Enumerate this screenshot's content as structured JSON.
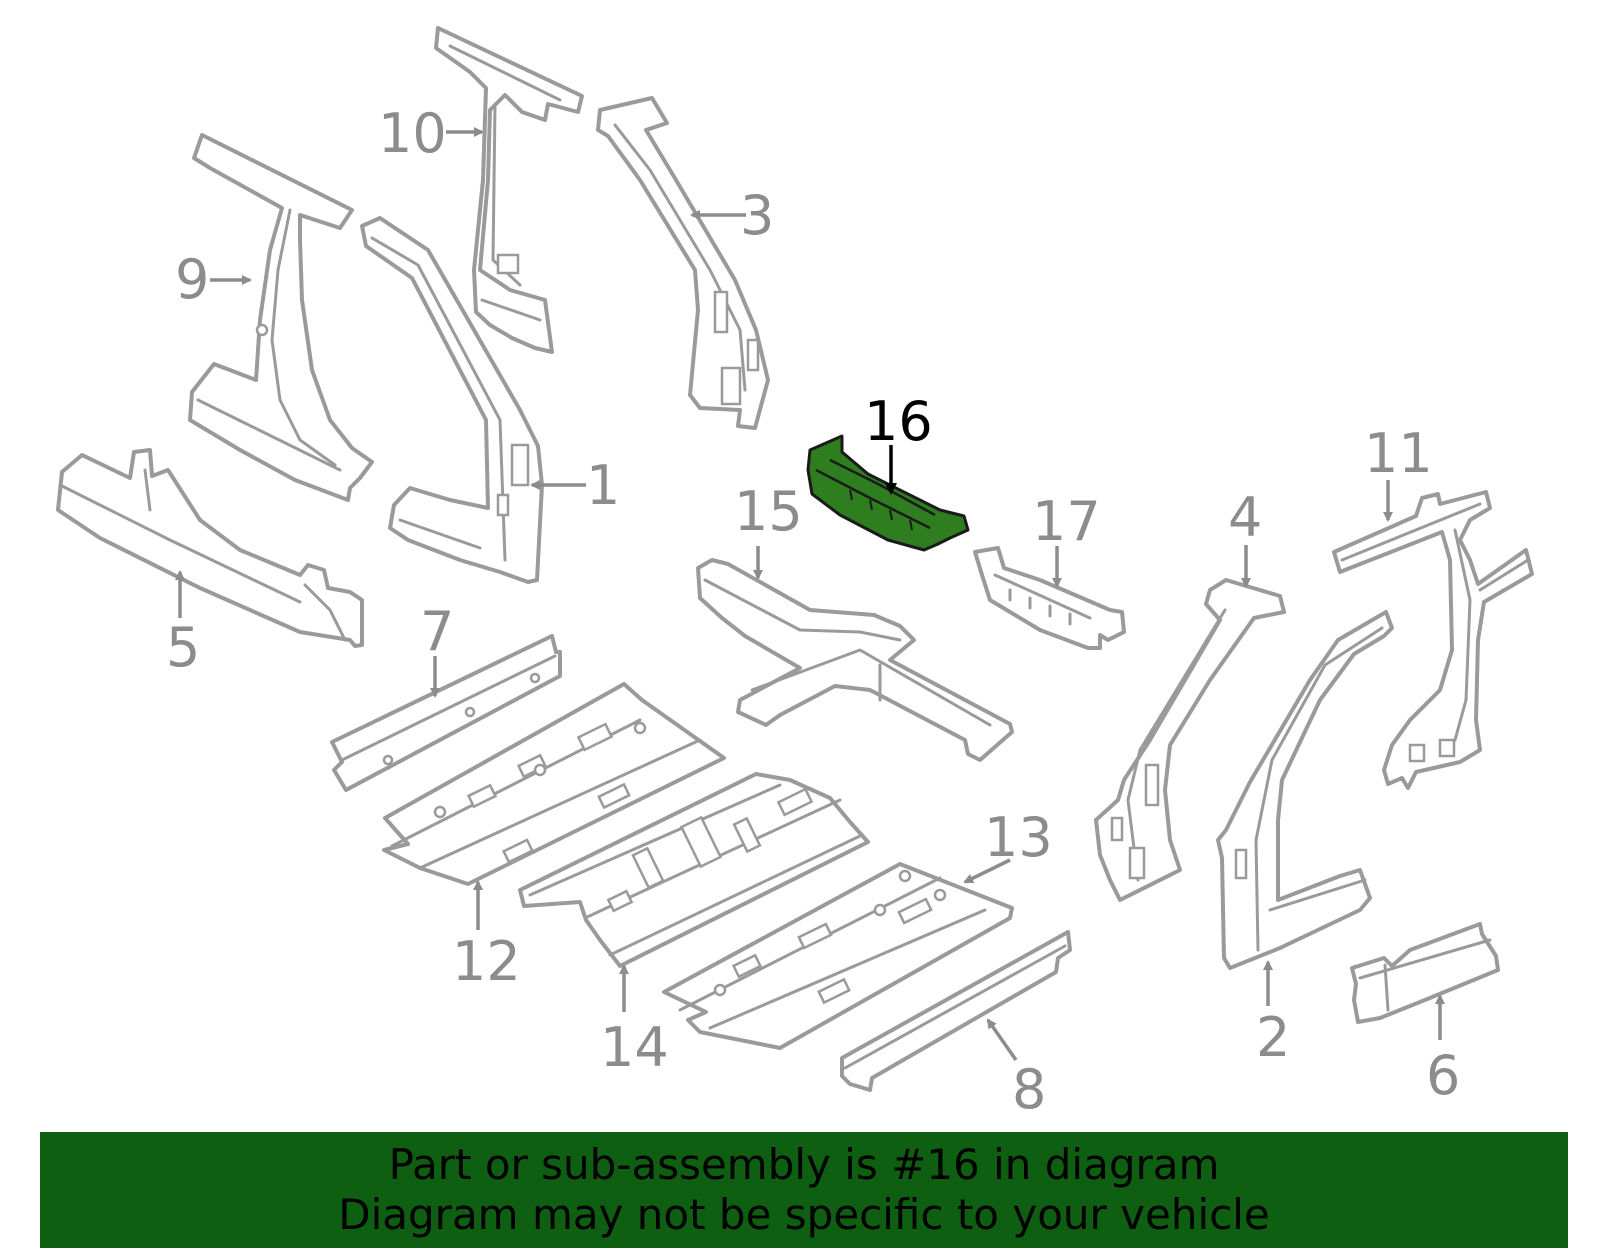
{
  "callouts": [
    {
      "id": "1",
      "label": "1",
      "highlighted": false
    },
    {
      "id": "2",
      "label": "2",
      "highlighted": false
    },
    {
      "id": "3",
      "label": "3",
      "highlighted": false
    },
    {
      "id": "4",
      "label": "4",
      "highlighted": false
    },
    {
      "id": "5",
      "label": "5",
      "highlighted": false
    },
    {
      "id": "6",
      "label": "6",
      "highlighted": false
    },
    {
      "id": "7",
      "label": "7",
      "highlighted": false
    },
    {
      "id": "8",
      "label": "8",
      "highlighted": false
    },
    {
      "id": "9",
      "label": "9",
      "highlighted": false
    },
    {
      "id": "10",
      "label": "10",
      "highlighted": false
    },
    {
      "id": "11",
      "label": "11",
      "highlighted": false
    },
    {
      "id": "12",
      "label": "12",
      "highlighted": false
    },
    {
      "id": "13",
      "label": "13",
      "highlighted": false
    },
    {
      "id": "14",
      "label": "14",
      "highlighted": false
    },
    {
      "id": "15",
      "label": "15",
      "highlighted": false
    },
    {
      "id": "16",
      "label": "16",
      "highlighted": true
    },
    {
      "id": "17",
      "label": "17",
      "highlighted": false
    }
  ],
  "banner": {
    "line1": "Part or sub-assembly is #16 in diagram",
    "line2": "Diagram may not be specific to your vehicle"
  },
  "colors": {
    "highlight_part": "#2e7d1f",
    "banner_background": "#0f5f12",
    "outline": "#9a9a9a",
    "label": "#8c8c8c"
  }
}
